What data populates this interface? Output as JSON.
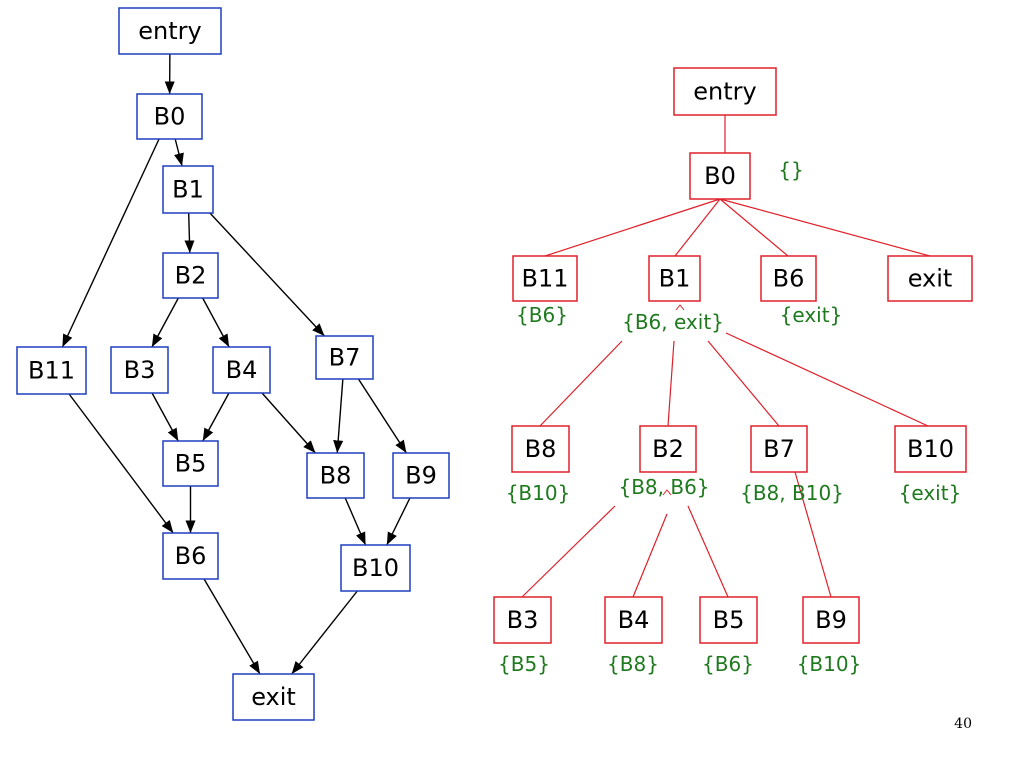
{
  "colors": {
    "cfg": "#1f3fbf",
    "tree": "#e0202a",
    "sets": "#1f7a1f",
    "arrow": "#000000"
  },
  "cfg": {
    "nodes": [
      {
        "id": "entry",
        "label": "entry"
      },
      {
        "id": "B0",
        "label": "B0"
      },
      {
        "id": "B1",
        "label": "B1"
      },
      {
        "id": "B2",
        "label": "B2"
      },
      {
        "id": "B11",
        "label": "B11"
      },
      {
        "id": "B3",
        "label": "B3"
      },
      {
        "id": "B4",
        "label": "B4"
      },
      {
        "id": "B7",
        "label": "B7"
      },
      {
        "id": "B5",
        "label": "B5"
      },
      {
        "id": "B8",
        "label": "B8"
      },
      {
        "id": "B9",
        "label": "B9"
      },
      {
        "id": "B6",
        "label": "B6"
      },
      {
        "id": "B10",
        "label": "B10"
      },
      {
        "id": "exit",
        "label": "exit"
      }
    ],
    "edges": [
      [
        "entry",
        "B0"
      ],
      [
        "B0",
        "B1"
      ],
      [
        "B0",
        "B11"
      ],
      [
        "B1",
        "B2"
      ],
      [
        "B1",
        "B7"
      ],
      [
        "B2",
        "B3"
      ],
      [
        "B2",
        "B4"
      ],
      [
        "B3",
        "B5"
      ],
      [
        "B4",
        "B5"
      ],
      [
        "B4",
        "B8"
      ],
      [
        "B7",
        "B8"
      ],
      [
        "B7",
        "B9"
      ],
      [
        "B11",
        "B6"
      ],
      [
        "B5",
        "B6"
      ],
      [
        "B8",
        "B10"
      ],
      [
        "B9",
        "B10"
      ],
      [
        "B6",
        "exit"
      ],
      [
        "B10",
        "exit"
      ]
    ]
  },
  "tree": {
    "nodes": [
      {
        "id": "entry",
        "label": "entry",
        "set": ""
      },
      {
        "id": "B0",
        "label": "B0",
        "set": "{}"
      },
      {
        "id": "B11",
        "label": "B11",
        "set": "{B6}"
      },
      {
        "id": "B1",
        "label": "B1",
        "set": "{B6, exit}"
      },
      {
        "id": "B6",
        "label": "B6",
        "set": "{exit}"
      },
      {
        "id": "exit",
        "label": "exit",
        "set": ""
      },
      {
        "id": "B8",
        "label": "B8",
        "set": "{B10}"
      },
      {
        "id": "B2",
        "label": "B2",
        "set": "{B8, B6}"
      },
      {
        "id": "B7",
        "label": "B7",
        "set": "{B8, B10}"
      },
      {
        "id": "B10",
        "label": "B10",
        "set": "{exit}"
      },
      {
        "id": "B3",
        "label": "B3",
        "set": "{B5}"
      },
      {
        "id": "B4",
        "label": "B4",
        "set": "{B8}"
      },
      {
        "id": "B5",
        "label": "B5",
        "set": "{B6}"
      },
      {
        "id": "B9",
        "label": "B9",
        "set": "{B10}"
      }
    ],
    "edges": [
      [
        "entry",
        "B0"
      ],
      [
        "B0",
        "B11"
      ],
      [
        "B0",
        "B1"
      ],
      [
        "B0",
        "B6"
      ],
      [
        "B0",
        "exit"
      ],
      [
        "B1",
        "B8"
      ],
      [
        "B1",
        "B2"
      ],
      [
        "B1",
        "B7"
      ],
      [
        "B1",
        "B10"
      ],
      [
        "B2",
        "B3"
      ],
      [
        "B2",
        "B4"
      ],
      [
        "B2",
        "B5"
      ],
      [
        "B7",
        "B9"
      ]
    ]
  },
  "page_number": "40"
}
